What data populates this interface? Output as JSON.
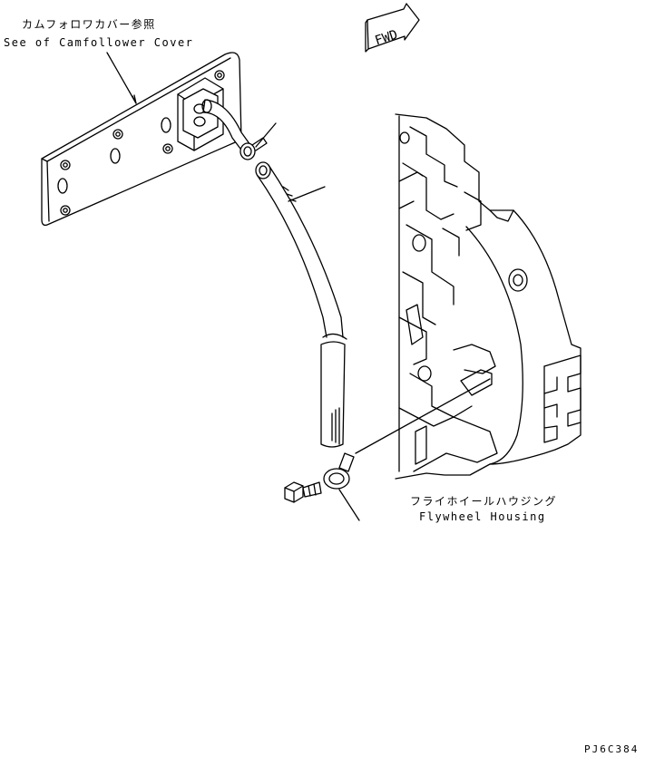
{
  "labels": {
    "camfollower_jp": "カムフォロワカバー参照",
    "camfollower_en": "See of Camfollower Cover",
    "flywheel_jp": "フライホイールハウジング",
    "flywheel_en": "Flywheel Housing",
    "fwd": "FWD",
    "drawing_code": "PJ6C384"
  },
  "colors": {
    "line": "#000000",
    "background": "#ffffff"
  }
}
